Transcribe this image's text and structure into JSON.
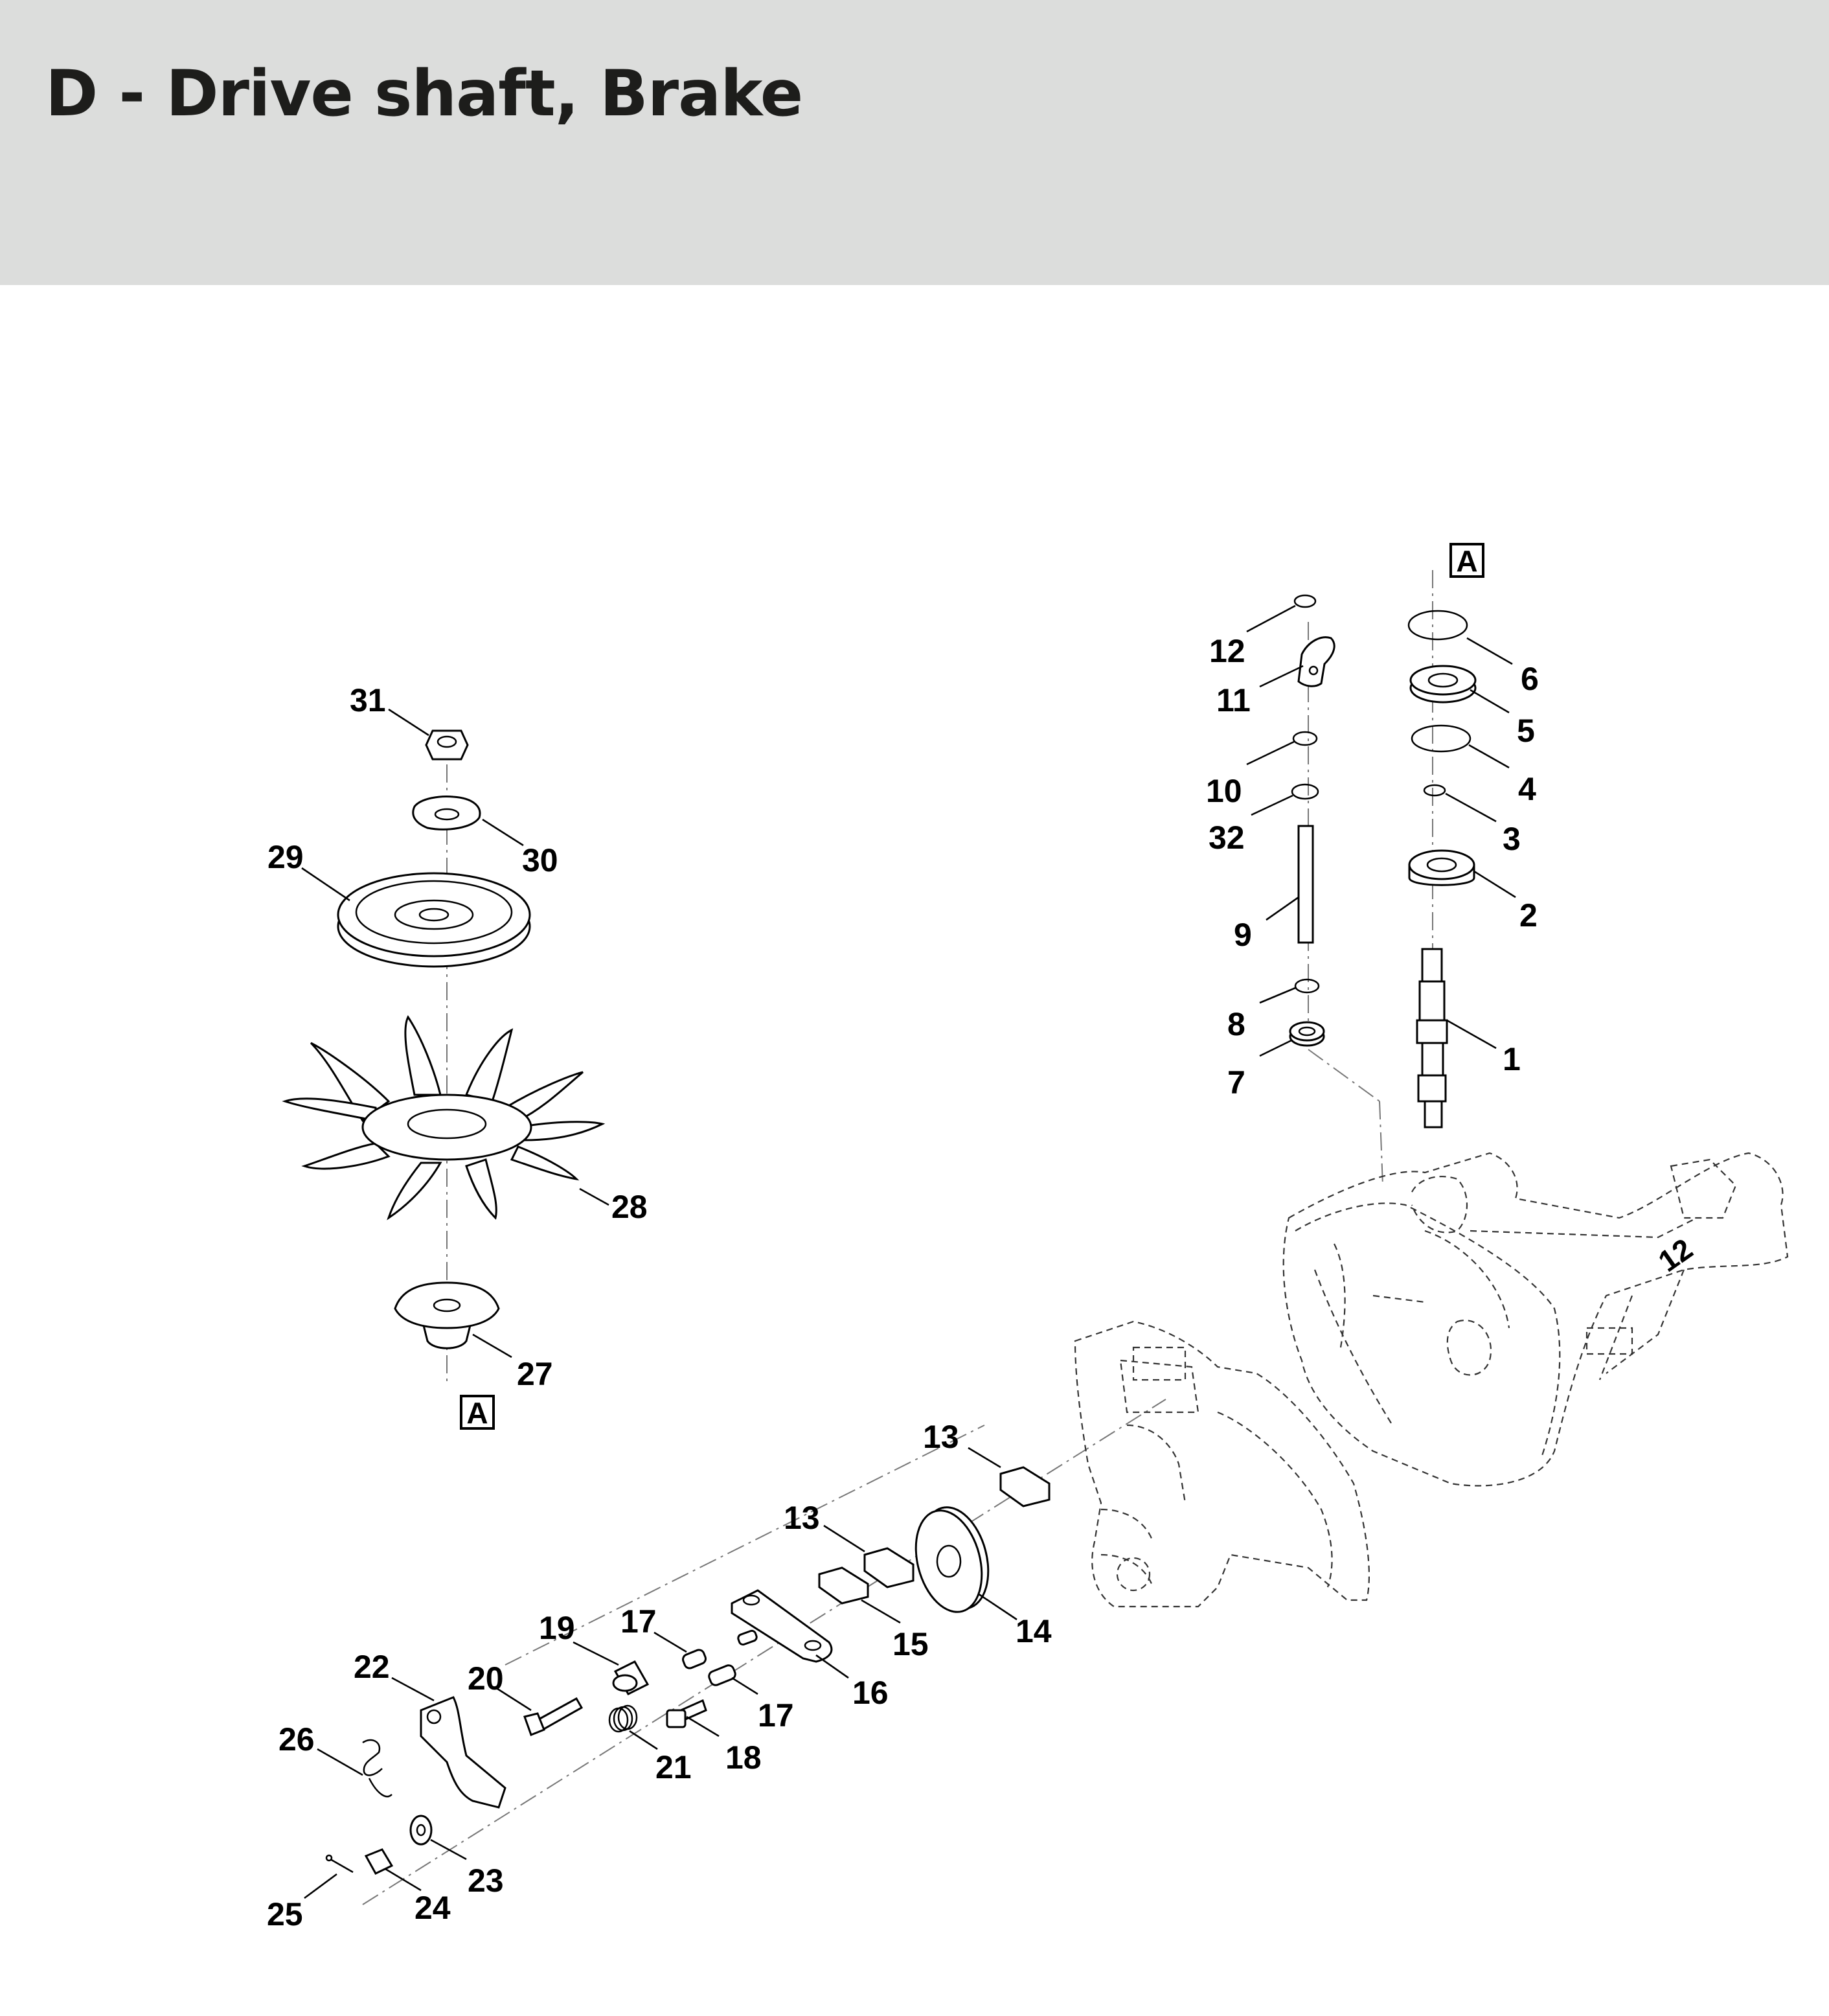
{
  "page": {
    "title": "D - Drive shaft, Brake"
  },
  "reference_marker": "A",
  "callouts": [
    {
      "id": "c1",
      "label": "1"
    },
    {
      "id": "c2",
      "label": "2"
    },
    {
      "id": "c3",
      "label": "3"
    },
    {
      "id": "c4",
      "label": "4"
    },
    {
      "id": "c5",
      "label": "5"
    },
    {
      "id": "c6",
      "label": "6"
    },
    {
      "id": "c7",
      "label": "7"
    },
    {
      "id": "c8",
      "label": "8"
    },
    {
      "id": "c9",
      "label": "9"
    },
    {
      "id": "c10",
      "label": "10"
    },
    {
      "id": "c11",
      "label": "11"
    },
    {
      "id": "c12",
      "label": "12"
    },
    {
      "id": "c13a",
      "label": "13"
    },
    {
      "id": "c13b",
      "label": "13"
    },
    {
      "id": "c14",
      "label": "14"
    },
    {
      "id": "c15",
      "label": "15"
    },
    {
      "id": "c16",
      "label": "16"
    },
    {
      "id": "c17a",
      "label": "17"
    },
    {
      "id": "c17b",
      "label": "17"
    },
    {
      "id": "c18",
      "label": "18"
    },
    {
      "id": "c19",
      "label": "19"
    },
    {
      "id": "c20",
      "label": "20"
    },
    {
      "id": "c21",
      "label": "21"
    },
    {
      "id": "c22",
      "label": "22"
    },
    {
      "id": "c23",
      "label": "23"
    },
    {
      "id": "c24",
      "label": "24"
    },
    {
      "id": "c25",
      "label": "25"
    },
    {
      "id": "c26",
      "label": "26"
    },
    {
      "id": "c27",
      "label": "27"
    },
    {
      "id": "c28",
      "label": "28"
    },
    {
      "id": "c29",
      "label": "29"
    },
    {
      "id": "c30",
      "label": "30"
    },
    {
      "id": "c31",
      "label": "31"
    },
    {
      "id": "c32",
      "label": "32"
    }
  ]
}
